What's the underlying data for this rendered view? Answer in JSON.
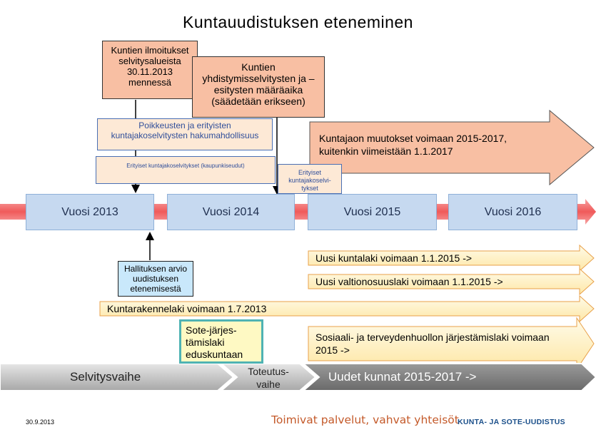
{
  "title": "Kuntauudistuksen eteneminen",
  "boxes": {
    "notifications": "Kuntien ilmoitukset selvitysalueista 30.11.2013 mennessä",
    "deadline": "Kuntien yhdistymisselvitysten ja –esitysten määräaika (säädetään erikseen)",
    "exceptions": "Poikkeusten ja erityisten kuntajakoselvitysten hakumahdollisuus",
    "special_city": "Erityiset kuntajakoselvitykset (kaupunkiseudut)",
    "special_small": "Erityiset kuntajakoselvi-tykset",
    "government": "Hallituksen arvio uudistuksen etenemisestä",
    "sote_parliament": "Sote-järjes-tämislaki eduskuntaan"
  },
  "years": [
    "Vuosi 2013",
    "Vuosi 2014",
    "Vuosi 2015",
    "Vuosi 2016"
  ],
  "arrows": {
    "big": "Kuntajaon muutokset voimaan 2015-2017, kuitenkin viimeistään 1.1.2017",
    "kuntalaki": "Uusi kuntalaki voimaan 1.1.2015 ->",
    "valtionosuus": "Uusi valtionosuuslaki voimaan 1.1.2015 ->",
    "kuntarakenne": "Kuntarakennelaki voimaan 1.7.2013",
    "sote": "Sosiaali- ja terveydenhuollon järjestämislaki voimaan 2015 ->"
  },
  "phases": {
    "selvitys": "Selvitysvaihe",
    "toteutus": "Toteutus-vaihe",
    "uudet": "Uudet kunnat 2015-2017 ->"
  },
  "footer": {
    "date": "30.9.2013",
    "slogan": "Toimivat palvelut, vahvat yhteisöt",
    "brand": "KUNTA- JA SOTE-UUDISTUS"
  },
  "colors": {
    "salmon": "#f8bfa3",
    "cream": "#fde9d6",
    "year_blue": "#c6d9f0",
    "timeline_red": "#f26d6d",
    "yellow_arrow": "#fef3c7",
    "grey_phase": "#bfbfbf",
    "dark_phase": "#808080",
    "sote_box": "#fef9c3"
  }
}
